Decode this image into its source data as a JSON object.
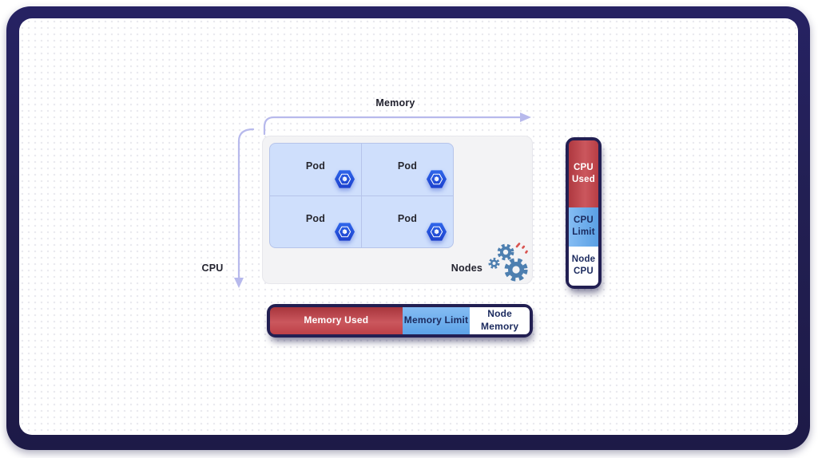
{
  "axes": {
    "memory_label": "Memory",
    "cpu_label": "CPU"
  },
  "nodes": {
    "label": "Nodes"
  },
  "pods": [
    {
      "label": "Pod"
    },
    {
      "label": "Pod"
    },
    {
      "label": "Pod"
    },
    {
      "label": "Pod"
    }
  ],
  "memory_bar": {
    "segments": [
      {
        "label": "Memory Used",
        "color": "#c5444b",
        "text_color": "#ffffff",
        "size": "51%"
      },
      {
        "label": "Memory Limit",
        "color": "#62aaf0",
        "text_color": "#1b2a5e",
        "size": "26%"
      },
      {
        "label": "Node Memory",
        "color": "#ffffff",
        "text_color": "#1b2a5e",
        "size": "23%"
      }
    ]
  },
  "cpu_bar": {
    "segments": [
      {
        "label": "CPU Used",
        "color": "#c5444b",
        "text_color": "#ffffff",
        "size": "46%"
      },
      {
        "label": "CPU Limit",
        "color": "#62aaf0",
        "text_color": "#1b2a5e",
        "size": "27%"
      },
      {
        "label": "Node CPU",
        "color": "#ffffff",
        "text_color": "#1b2a5e",
        "size": "27%"
      }
    ]
  },
  "colors": {
    "frame_navy": "#221f52",
    "arrow_lavender": "#b7b9ec",
    "pod_cell_blue": "#cfdffc",
    "pod_grid_line": "#b6c4ea",
    "nodes_box_gray": "#f3f3f5",
    "kubernetes_blue": "#2356e0",
    "gear_steel_blue": "#4d7fb0",
    "spark_red": "#d9534f"
  },
  "icons": {
    "pod_icon": "kubernetes-pod-hexagon-cube",
    "nodes_icon": "gears-with-sparks"
  }
}
